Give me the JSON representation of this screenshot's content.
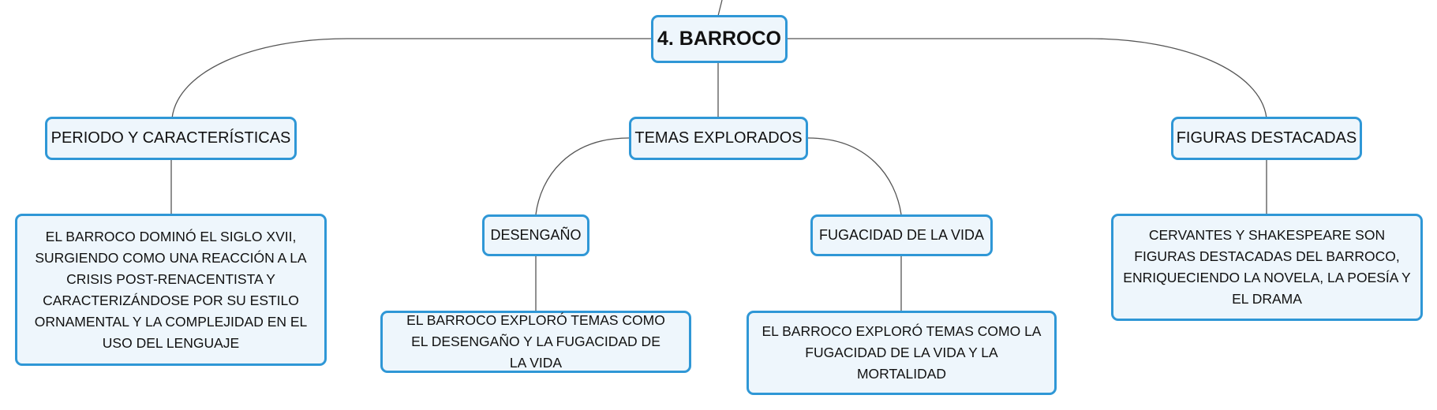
{
  "diagram": {
    "root": "4. BARROCO",
    "branches": [
      {
        "label": "PERIODO Y CARACTERÍSTICAS",
        "detail": "EL BARROCO DOMINÓ EL SIGLO XVII, SURGIENDO COMO UNA REACCIÓN A LA CRISIS POST-RENACENTISTA Y CARACTERIZÁNDOSE POR SU ESTILO ORNAMENTAL Y LA COMPLEJIDAD EN EL USO DEL LENGUAJE"
      },
      {
        "label": "TEMAS EXPLORADOS",
        "children": [
          {
            "label": "DESENGAÑO",
            "detail": "EL BARROCO EXPLORÓ TEMAS COMO EL DESENGAÑO Y LA FUGACIDAD DE LA VIDA"
          },
          {
            "label": "FUGACIDAD DE LA VIDA",
            "detail": "EL BARROCO EXPLORÓ TEMAS COMO LA FUGACIDAD DE LA VIDA Y LA MORTALIDAD"
          }
        ]
      },
      {
        "label": "FIGURAS DESTACADAS",
        "detail": "CERVANTES Y SHAKESPEARE SON FIGURAS DESTACADAS DEL BARROCO, ENRIQUECIENDO LA NOVELA, LA POESÍA Y EL DRAMA"
      }
    ]
  },
  "colors": {
    "border": "#2f97d6",
    "fill": "#eef6fc",
    "line": "#555555"
  }
}
